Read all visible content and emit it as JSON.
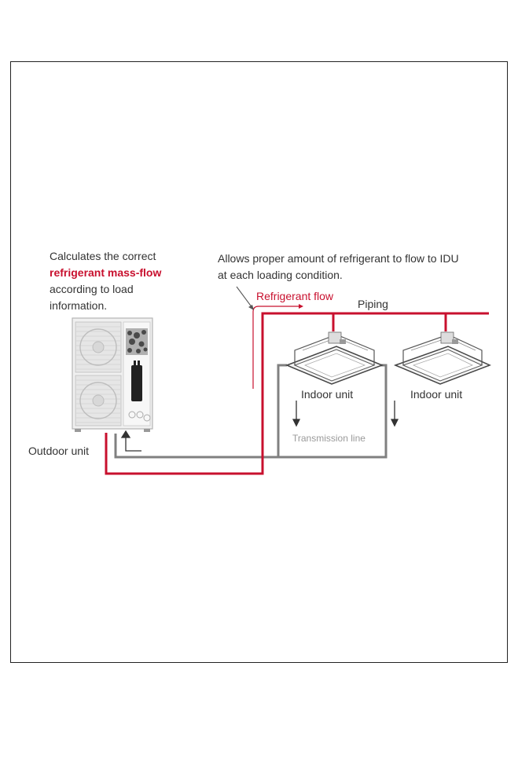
{
  "colors": {
    "refrigerant": "#c8102e",
    "transmission": "#808080",
    "frame": "#222222",
    "text": "#333333"
  },
  "note_left": {
    "line1": "Calculates the correct",
    "highlight": "refrigerant mass-flow",
    "line3": "according to load",
    "line4": "information."
  },
  "note_right": {
    "line1": "Allows proper amount of refrigerant to flow to IDU",
    "line2": "at each loading condition."
  },
  "labels": {
    "refrigerant_flow": "Refrigerant flow",
    "piping": "Piping",
    "indoor_unit_1": "Indoor unit",
    "indoor_unit_2": "Indoor unit",
    "transmission_line": "Transmission line",
    "outdoor_unit": "Outdoor unit"
  },
  "icons": {
    "outdoor_unit": "outdoor-unit-icon",
    "indoor_unit": "cassette-indoor-unit-icon",
    "arrow": "arrow-icon"
  }
}
